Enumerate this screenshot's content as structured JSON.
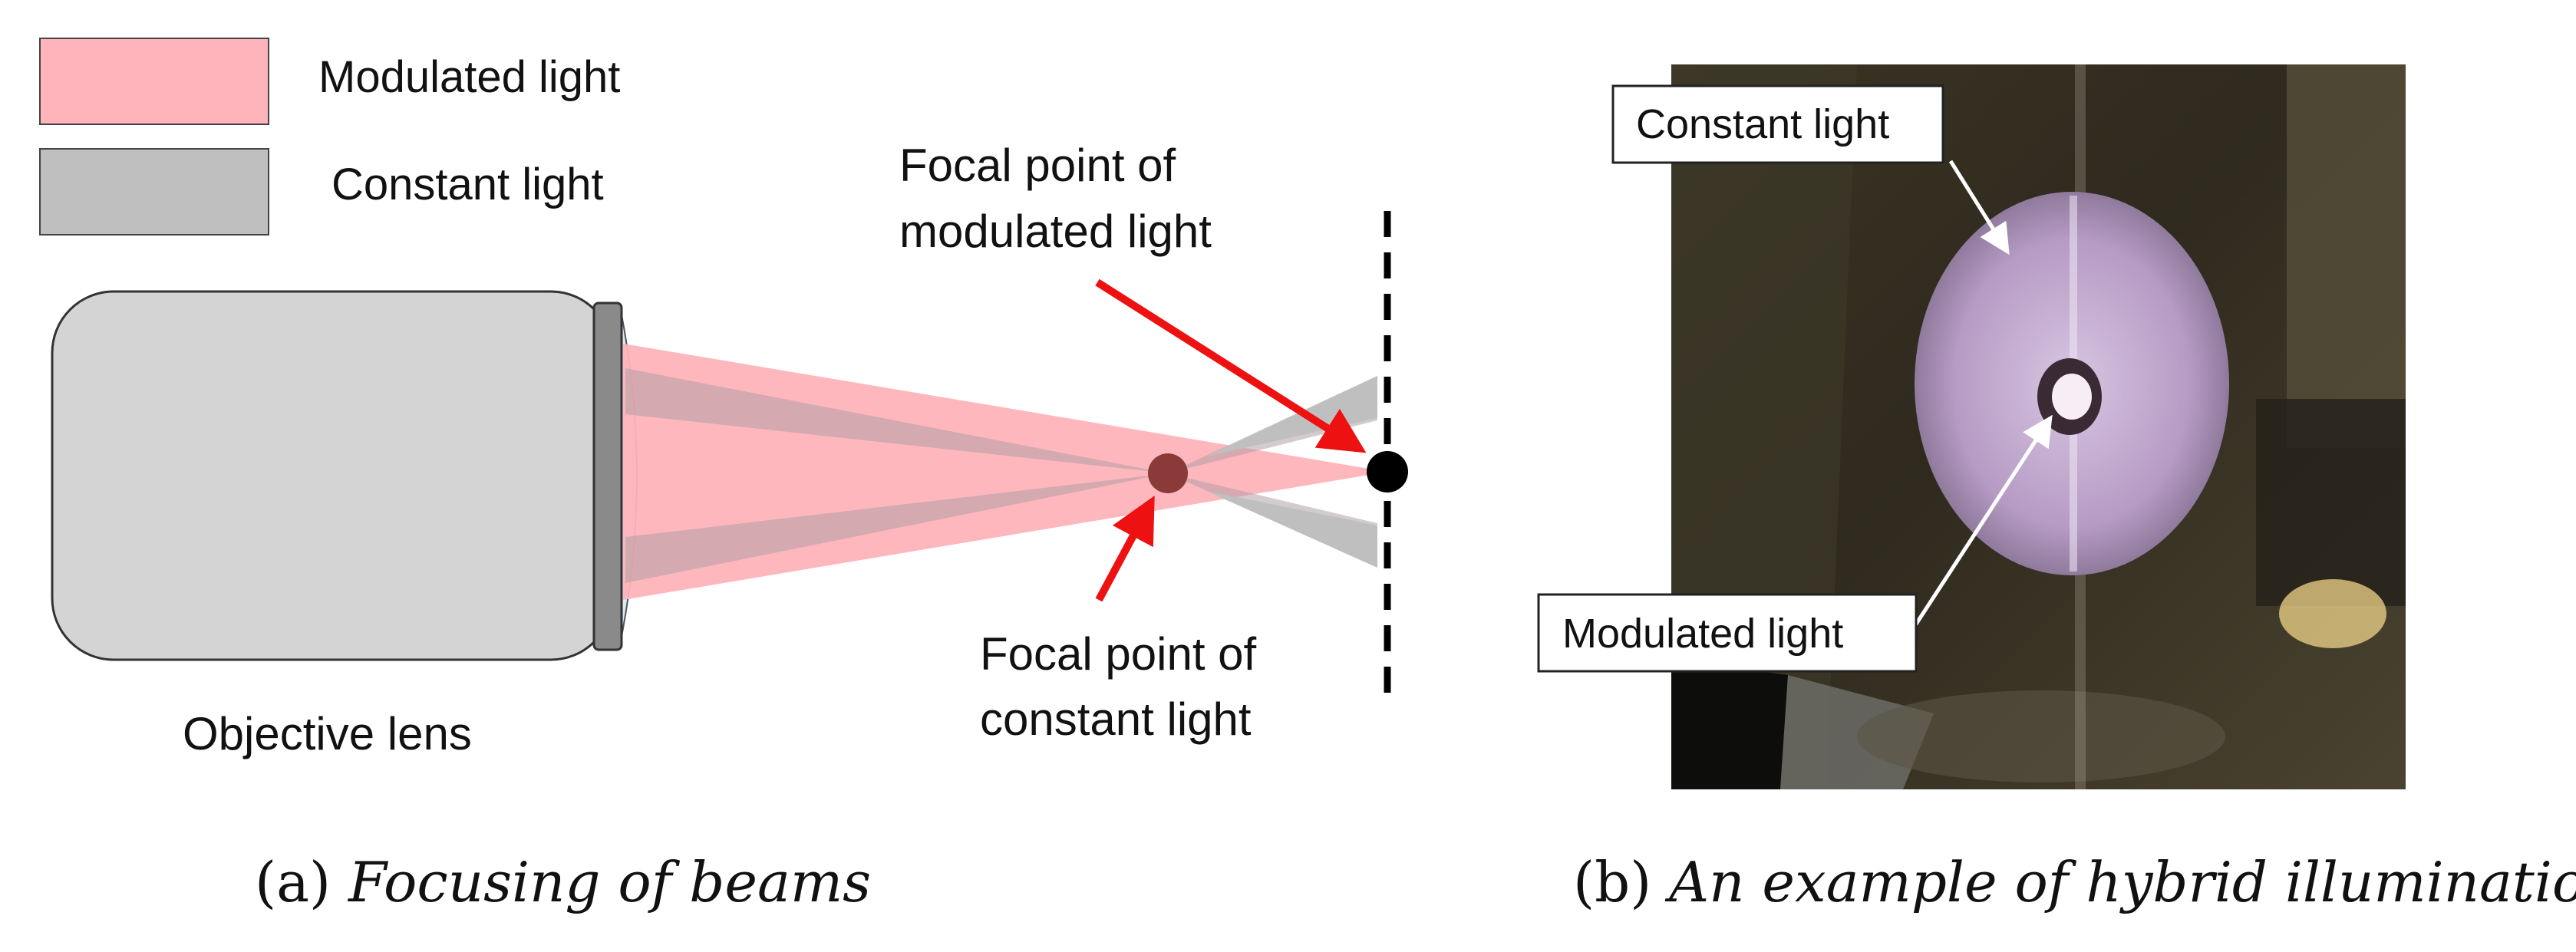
{
  "legend": {
    "modulated_label": "Modulated  light",
    "constant_label": "Constant  light",
    "modulated_color": "#ffb3ba",
    "constant_color": "#bfbfbf"
  },
  "panel_a": {
    "lens_label": "Objective lens",
    "focal_modulated_line1": "Focal point of",
    "focal_modulated_line2": "modulated light",
    "focal_constant_line1": "Focal point of",
    "focal_constant_line2": "constant light",
    "caption_prefix": "(a) ",
    "caption_italic": "Focusing of beams"
  },
  "panel_b": {
    "constant_label": "Constant light",
    "modulated_label": "Modulated light",
    "caption_prefix": "(b) ",
    "caption_italic": "An example of hybrid illumination"
  },
  "colors": {
    "arrow_red": "#ee1111",
    "lens_body": "#d4d4d4",
    "lens_ring": "#8a8a8a",
    "focal_constant_dot": "#8b3a3a",
    "focal_modulated_dot": "#000000"
  }
}
